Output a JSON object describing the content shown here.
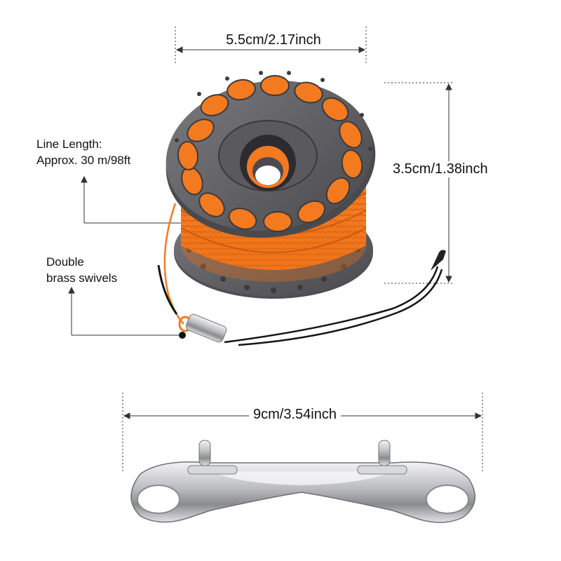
{
  "dimensions": {
    "reel_width": "5.5cm/2.17inch",
    "reel_height": "3.5cm/1.38inch",
    "snap_length": "9cm/3.54inch"
  },
  "callouts": {
    "line_length_title": "Line Length:",
    "line_length_value": "Approx. 30 m/98ft",
    "swivels_line1": "Double",
    "swivels_line2": "brass swivels"
  },
  "colors": {
    "reel": "#5e5e62",
    "line": "#f47a20",
    "metal": "#c9cacc",
    "leash": "#151515"
  }
}
